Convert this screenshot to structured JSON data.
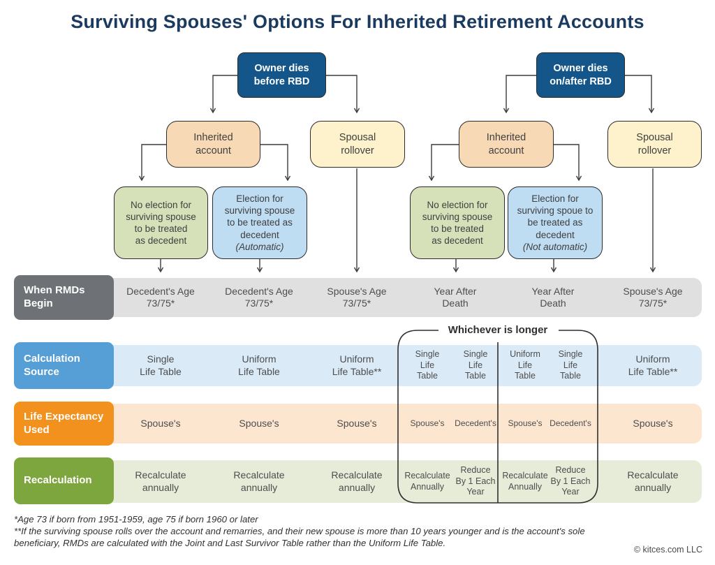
{
  "title": "Surviving Spouses' Options For Inherited Retirement Accounts",
  "nodes": {
    "root_left": [
      "Owner dies",
      "before RBD"
    ],
    "root_right": [
      "Owner dies",
      "on/after RBD"
    ],
    "inherited_left": [
      "Inherited",
      "account"
    ],
    "rollover_left": [
      "Spousal",
      "rollover"
    ],
    "inherited_right": [
      "Inherited",
      "account"
    ],
    "rollover_right": [
      "Spousal",
      "rollover"
    ],
    "no_election_left": [
      "No election for",
      "surviving spouse",
      "to be treated",
      "as decedent"
    ],
    "election_left": {
      "lines": [
        "Election for",
        "surviving spouse",
        "to be treated as",
        "decedent"
      ],
      "note": "(Automatic)"
    },
    "no_election_right": [
      "No election for",
      "surviving spouse",
      "to be treated",
      "as decedent"
    ],
    "election_right": {
      "lines": [
        "Election for",
        "surviving spoue to",
        "be treated as",
        "decedent"
      ],
      "note": "(Not automatic)"
    }
  },
  "bracket_label": "Whichever is longer",
  "rows": {
    "rmds": {
      "header": [
        "When RMDs",
        "Begin"
      ],
      "cells": [
        [
          "Decedent's Age",
          "73/75*"
        ],
        [
          "Decedent's Age",
          "73/75*"
        ],
        [
          "Spouse's Age",
          "73/75*"
        ],
        [
          "Year After",
          "Death"
        ],
        [
          "Year After",
          "Death"
        ],
        [
          "Spouse's Age",
          "73/75*"
        ]
      ]
    },
    "calc": {
      "header": [
        "Calculation",
        "Source"
      ],
      "cells": [
        [
          "Single",
          "Life Table"
        ],
        [
          "Uniform",
          "Life Table"
        ],
        [
          "Uniform",
          "Life Table**"
        ],
        [
          "Single",
          "Life",
          "Table"
        ],
        [
          "Single",
          "Life",
          "Table"
        ],
        [
          "Uniform",
          "Life",
          "Table"
        ],
        [
          "Single",
          "Life",
          "Table"
        ],
        [
          "Uniform",
          "Life Table**"
        ]
      ]
    },
    "life": {
      "header": [
        "Life Expectancy",
        "Used"
      ],
      "cells": [
        "Spouse's",
        "Spouse's",
        "Spouse's",
        "Spouse's",
        "Decedent's",
        "Spouse's",
        "Decedent's",
        "Spouse's"
      ]
    },
    "recalc": {
      "header": [
        "Recalculation"
      ],
      "cells": [
        [
          "Recalculate",
          "annually"
        ],
        [
          "Recalculate",
          "annually"
        ],
        [
          "Recalculate",
          "annually"
        ],
        [
          "Recalculate",
          "Annually"
        ],
        [
          "Reduce",
          "By 1 Each",
          "Year"
        ],
        [
          "Recalculate",
          "Annually"
        ],
        [
          "Reduce",
          "By 1 Each",
          "Year"
        ],
        [
          "Recalculate",
          "annually"
        ]
      ]
    }
  },
  "footnotes": [
    "*Age 73 if born from 1951-1959, age 75 if born 1960 or later",
    "**If the surviving spouse rolls over the account and remarries, and their new spouse is more than 10 years younger and is the account's sole beneficiary, RMDs are calculated with the Joint and Last Survivor Table rather than the Uniform Life Table."
  ],
  "copyright": "© kitces.com LLC",
  "colors": {
    "title_navy": "#1b3a5f",
    "root_blue": "#145689",
    "peach": "#f8d9b6",
    "yellow": "#fdf2cb",
    "green_box": "#d6e0b9",
    "blue_box": "#bedcf2",
    "gray_header": "#6e7276",
    "gray_strip": "#e0e0e0",
    "blue_header": "#559ed6",
    "blue_strip": "#daeaf7",
    "orange_header": "#f3911f",
    "orange_strip": "#fce6cf",
    "green_header": "#7da63f",
    "green_strip": "#e6ecd8",
    "line_color": "#3c3c3c"
  }
}
